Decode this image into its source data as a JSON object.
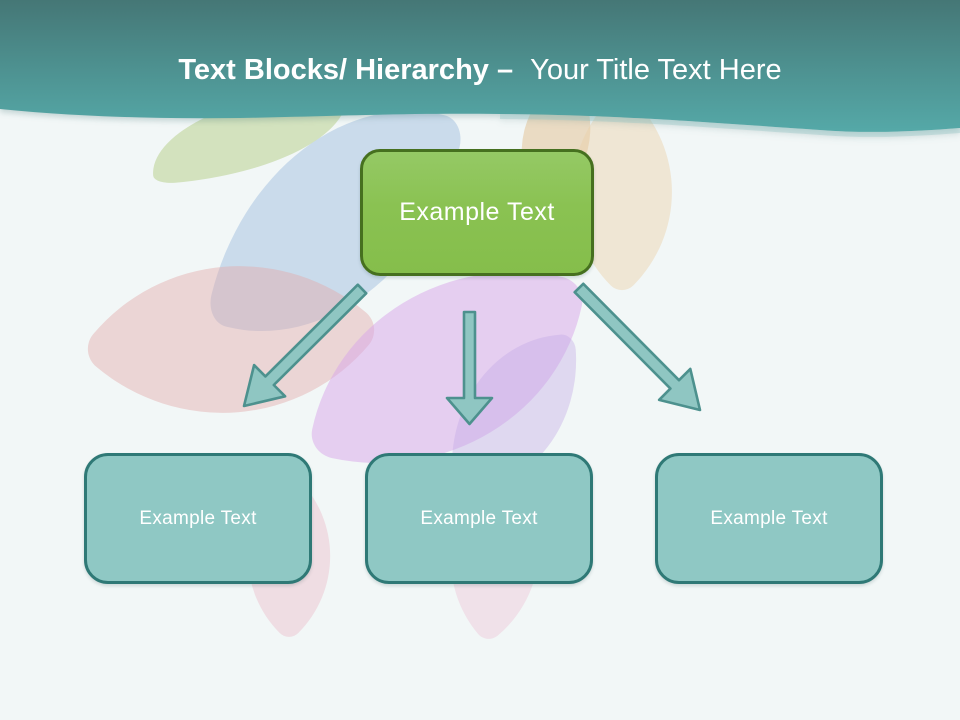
{
  "title": {
    "bold": "Text Blocks/ Hierarchy –",
    "regular": "Your Title Text Here"
  },
  "diagram": {
    "root": {
      "label": "Example Text"
    },
    "children": [
      {
        "label": "Example Text"
      },
      {
        "label": "Example Text"
      },
      {
        "label": "Example Text"
      }
    ],
    "arrows": [
      {
        "direction": "down-left"
      },
      {
        "direction": "down"
      },
      {
        "direction": "down-right"
      }
    ]
  },
  "colors": {
    "header_top": "#477b7a",
    "header_bottom": "#55a9a8",
    "root_fill": "#8ac252",
    "root_border": "#46701f",
    "child_fill": "#8fc8c4",
    "child_border": "#2f7976",
    "arrow_fill": "#8fc6c2",
    "arrow_border": "#4d918e",
    "background": "#f2f7f7",
    "title_text": "#ffffff"
  }
}
